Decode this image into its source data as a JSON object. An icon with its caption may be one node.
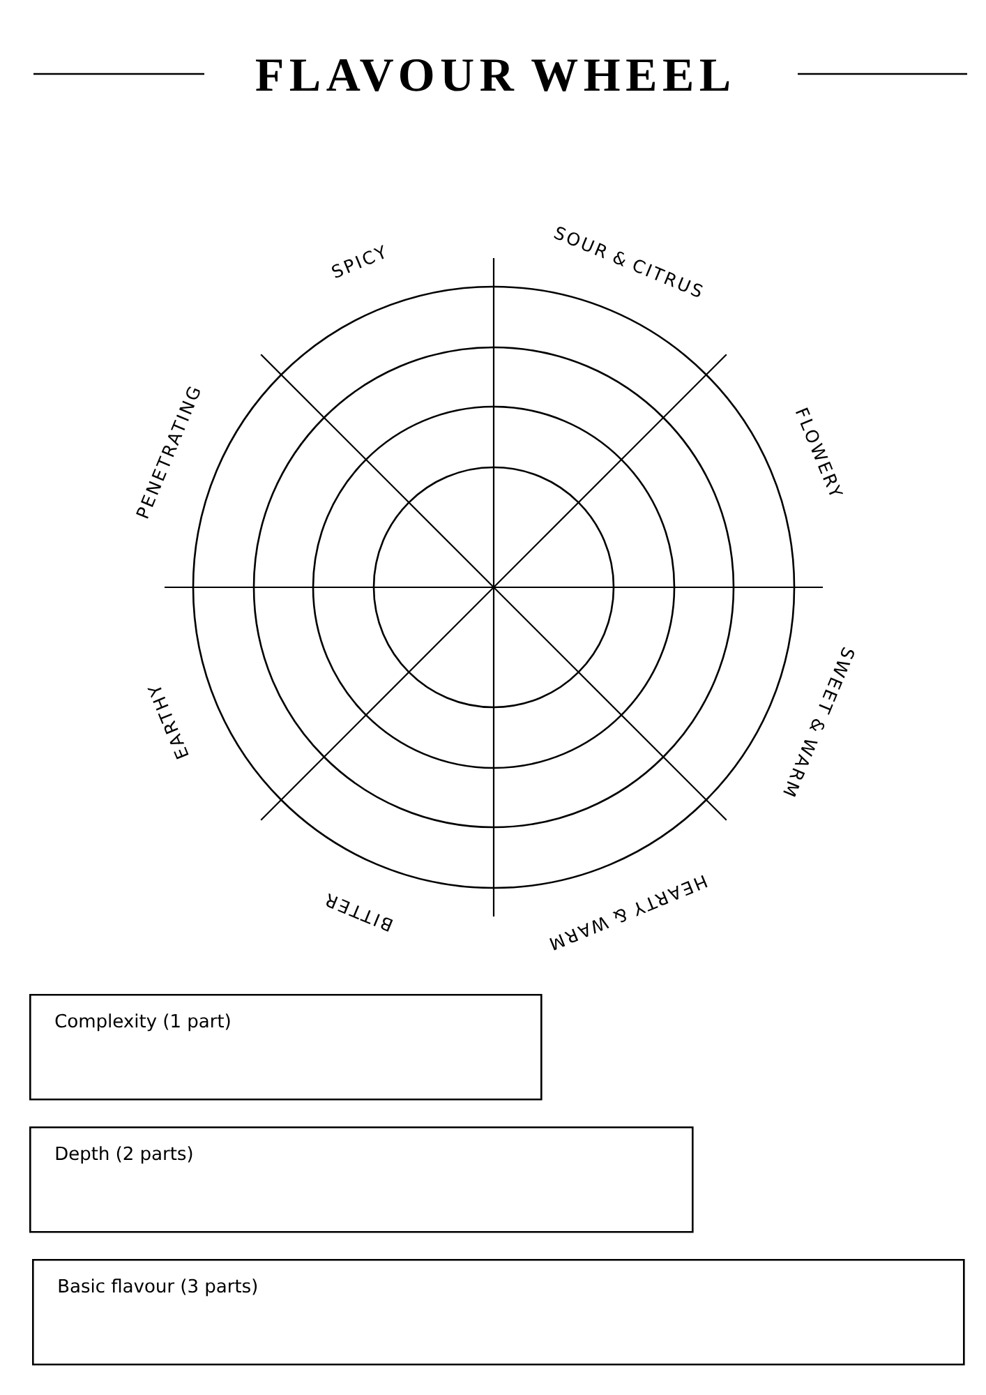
{
  "diagram": {
    "title": "FLAVOUR WHEEL",
    "nodes": [
      {
        "text": [
          "Complexity (1 part)"
        ]
      },
      {
        "text": [
          "Depth (2 parts)"
        ]
      },
      {
        "text": [
          "Basic flavour (3 parts)"
        ]
      }
    ],
    "labels": [
      "SPICY",
      "SOUR & CITRUS",
      "FLOWERY",
      "SWEET & WARM",
      "HEARTY & WARM",
      "BITTER",
      "EARTHY",
      "PENETRATING"
    ]
  }
}
